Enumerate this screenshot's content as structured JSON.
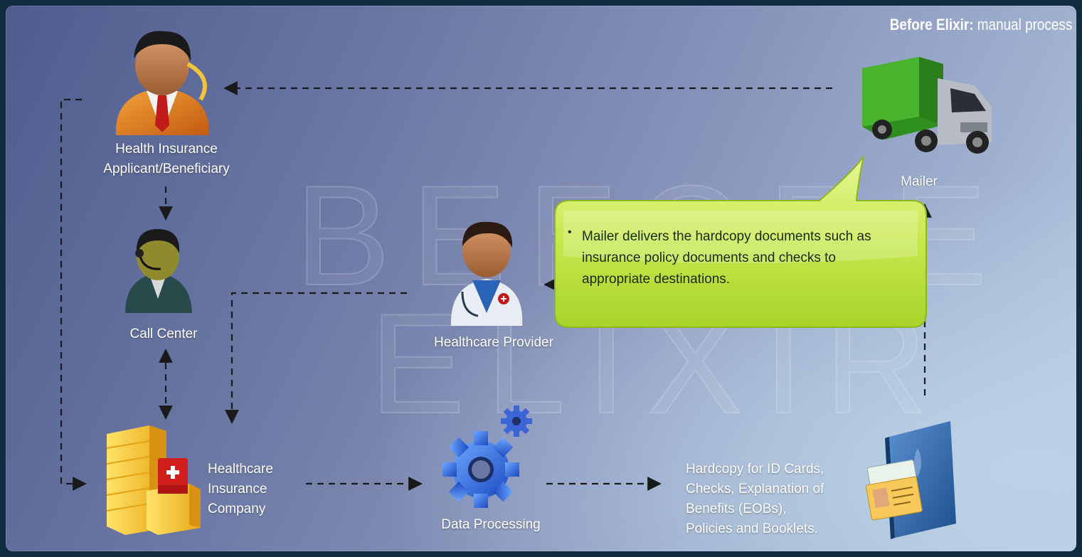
{
  "title": {
    "bold": "Before Elixir:",
    "rest": " manual process"
  },
  "watermark": {
    "line1": "BEFORE",
    "line2": "ELIXIR"
  },
  "nodes": {
    "applicant": {
      "line1": "Health Insurance",
      "line2": "Applicant/Beneficiary"
    },
    "call_center": {
      "label": "Call Center"
    },
    "provider": {
      "label": "Healthcare Provider"
    },
    "mailer": {
      "label": "Mailer"
    },
    "insurer": {
      "line1": "Healthcare",
      "line2": "Insurance",
      "line3": "Company"
    },
    "data_processing": {
      "label": "Data Processing"
    },
    "hardcopy": {
      "line1": "Hardcopy for ID Cards,",
      "line2": "Checks, Explanation of",
      "line3": "Benefits (EOBs),",
      "line4": "Policies and Booklets."
    }
  },
  "callout": {
    "bullet": "•",
    "text": "Mailer delivers the hardcopy documents such as insurance policy documents and checks to appropriate destinations."
  },
  "colors": {
    "arrow": "#1a1a1a",
    "callout_fill": "#c6e84a",
    "truck_green": "#3fa62a",
    "building_yellow": "#f5c42a",
    "gear_blue": "#2a64d8"
  }
}
